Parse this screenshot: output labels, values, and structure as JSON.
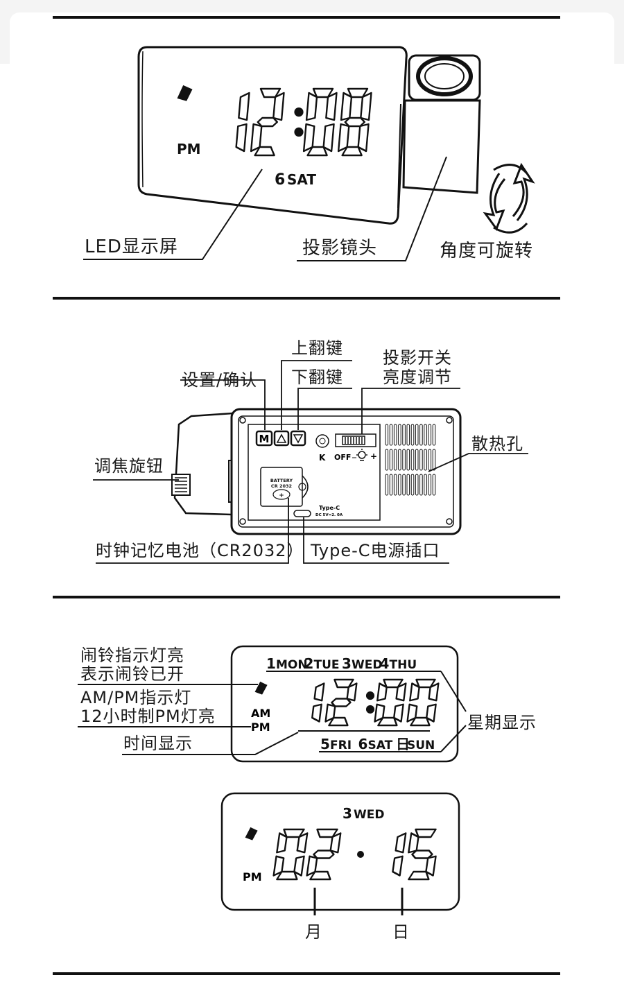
{
  "section1": {
    "display": {
      "time": "12:08",
      "ampm": "PM",
      "day_num": "6",
      "day_name": "SAT"
    },
    "labels": {
      "led_screen": "LED显示屏",
      "projector_lens": "投影镜头",
      "rotate": "角度可旋转"
    }
  },
  "section2": {
    "labels": {
      "up_key": "上翻键",
      "down_key": "下翻键",
      "set_confirm": "设置/确认",
      "proj_switch_line1": "投影开关",
      "proj_switch_line2": "亮度调节",
      "vents": "散热孔",
      "focus_knob": "调焦旋钮",
      "battery": "时钟记忆电池（CR2032）",
      "typec": "Type-C电源插口"
    },
    "device": {
      "btn_m": "M",
      "k": "K",
      "off": "OFF",
      "battery_line1": "BATTERY",
      "battery_line2": "CR 2032",
      "battery_plus": "+",
      "typec_title": "Type-C",
      "typec_spec": "DC 5V=2. 0A"
    }
  },
  "section3": {
    "labels": {
      "alarm_line1": "闹铃指示灯亮",
      "alarm_line2": "表示闹铃已开",
      "ampm_line1": "AM/PM指示灯",
      "ampm_line2": "12小时制PM灯亮",
      "time_display": "时间显示",
      "week_display": "星期显示"
    },
    "display": {
      "time": "12:00",
      "am": "AM",
      "pm": "PM",
      "top_days": [
        {
          "num": "1",
          "name": "MON"
        },
        {
          "num": "2",
          "name": "TUE"
        },
        {
          "num": "3",
          "name": "WED"
        },
        {
          "num": "4",
          "name": "THU"
        }
      ],
      "bottom_days": [
        {
          "num": "5",
          "name": "FRI"
        },
        {
          "num": "6",
          "name": "SAT"
        },
        {
          "num": "日",
          "name": "SUN"
        }
      ]
    }
  },
  "section4": {
    "display": {
      "day_num": "3",
      "day_name": "WED",
      "month": "02",
      "date": "15",
      "pm": "PM"
    },
    "labels": {
      "month": "月",
      "day": "日"
    }
  }
}
